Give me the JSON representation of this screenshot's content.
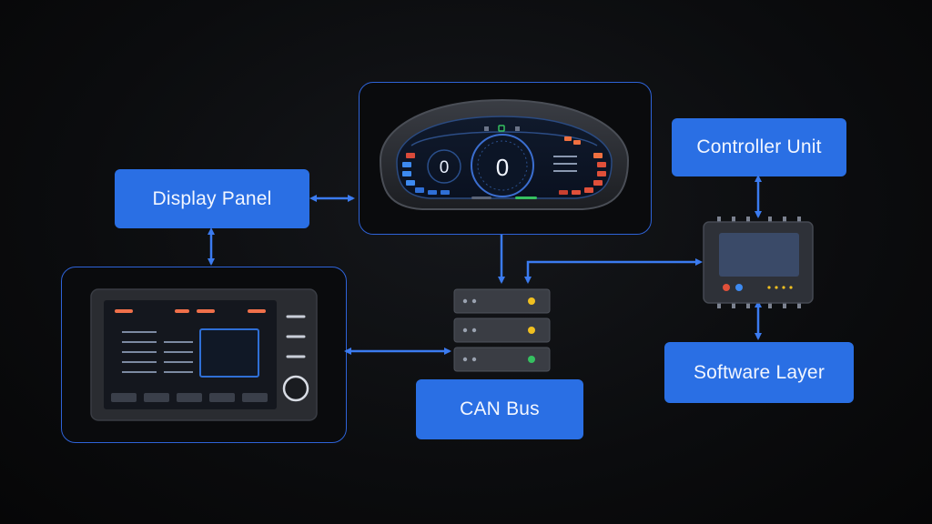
{
  "nodes": {
    "display_panel": "Display Panel",
    "controller_unit": "Controller Unit",
    "software_layer": "Software Layer",
    "can_bus": "CAN Bus"
  },
  "cluster": {
    "left_readout": "0",
    "center_readout": "0"
  },
  "colors": {
    "accent": "#2a6fe4",
    "frame_border": "#2e63d8",
    "arrow": "#3b7bf0",
    "warn_orange": "#f08a40",
    "led_yellow": "#f0c020",
    "led_green": "#35c060"
  }
}
